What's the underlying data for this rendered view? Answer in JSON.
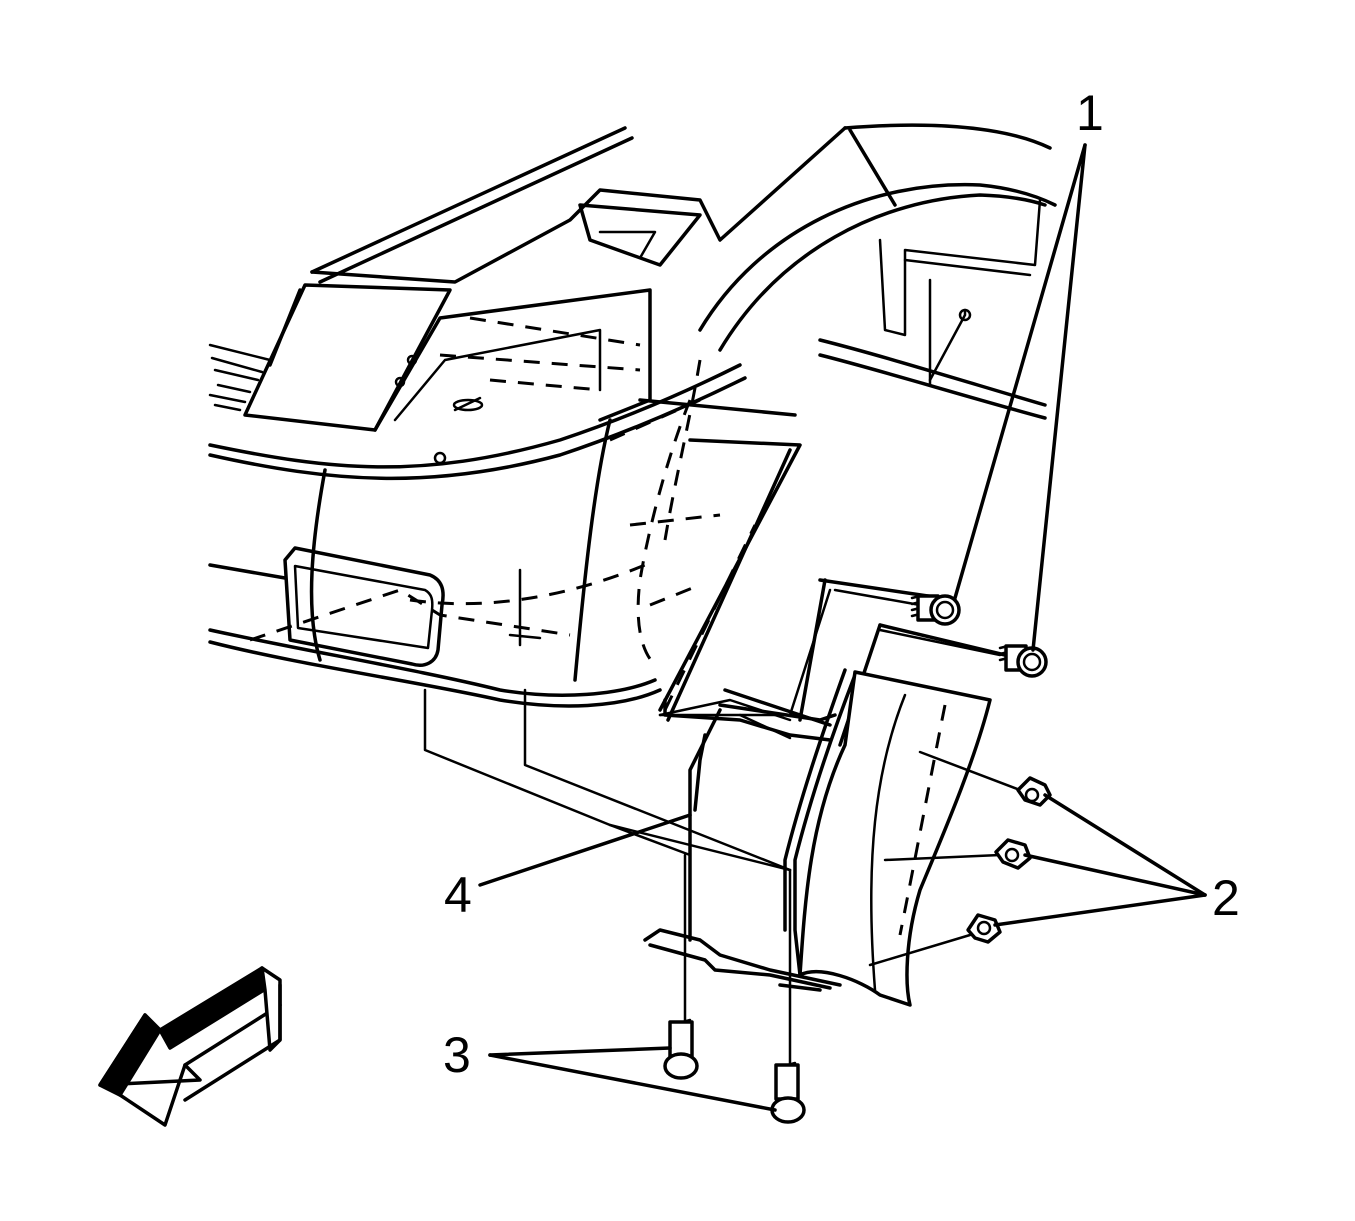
{
  "callouts": [
    {
      "label": "1",
      "part": "upper-bolts"
    },
    {
      "label": "2",
      "part": "side-push-pins"
    },
    {
      "label": "3",
      "part": "lower-bolts"
    },
    {
      "label": "4",
      "part": "splash-shield"
    }
  ],
  "colors": {
    "line": "#000000",
    "background": "#ffffff"
  },
  "icons": {
    "direction": "front-arrow-icon"
  }
}
